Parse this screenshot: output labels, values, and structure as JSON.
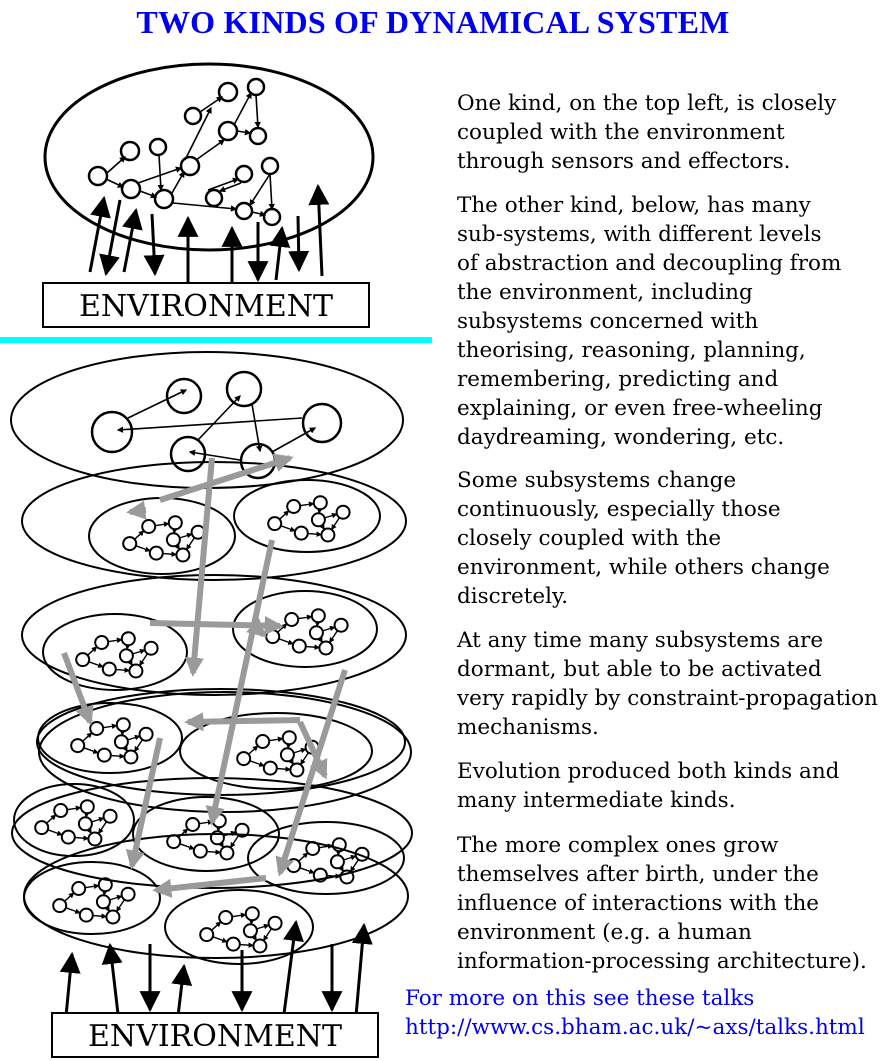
{
  "title": "TWO KINDS OF DYNAMICAL SYSTEM",
  "top_diagram": {
    "environment_label": "ENVIRONMENT"
  },
  "bottom_diagram": {
    "environment_label": "ENVIRONMENT"
  },
  "colors": {
    "title": "#0000ee",
    "link": "#0000ee",
    "divider": "#00ffff",
    "grey_arrow": "#9a9a9a"
  },
  "paragraphs": [
    "One kind, on the top left, is closely\ncoupled with the environment\nthrough sensors and effectors.",
    "The other kind, below, has many\nsub-systems, with different levels\nof abstraction and decoupling from\nthe environment, including\nsubsystems concerned with\ntheorising, reasoning, planning,\nremembering,  predicting and\nexplaining, or even free-wheeling\ndaydreaming, wondering, etc.",
    "Some subsystems change\ncontinuously, especially those\nclosely coupled with the\nenvironment, while others change\ndiscretely.",
    "At any time many subsystems are\ndormant, but able to be activated\nvery rapidly by constraint-propagation\nmechanisms.",
    "Evolution produced both kinds and\nmany intermediate kinds.",
    "The more complex ones grow\nthemselves after birth, under the\ninfluence of interactions with the\nenvironment (e.g. a human\ninformation-processing architecture)."
  ],
  "talks": {
    "line1": "For more on this see these talks",
    "url": "http://www.cs.bham.ac.uk/~axs/talks.html"
  }
}
